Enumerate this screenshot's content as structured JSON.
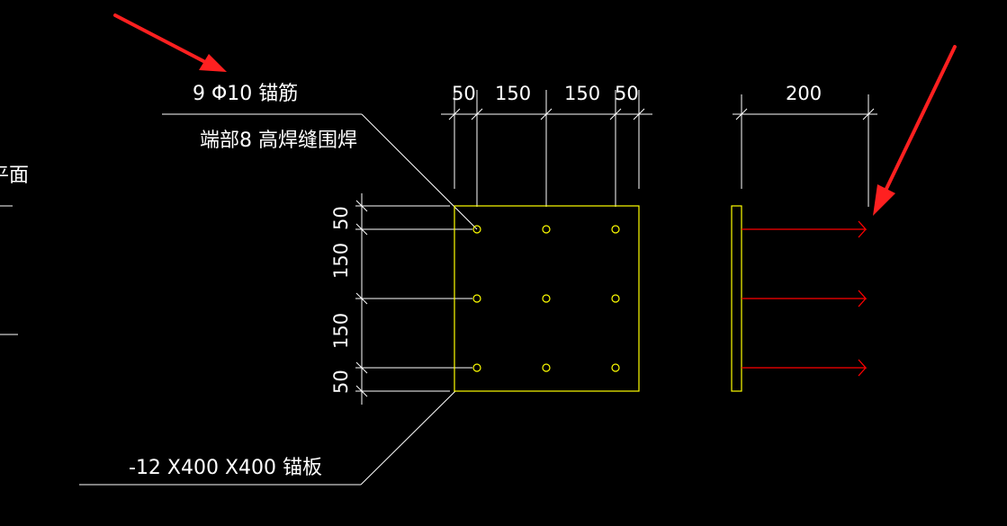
{
  "colors": {
    "background": "#000000",
    "line": "#ffffff",
    "plate": "#ffff00",
    "bar": "#ff0000",
    "arrow": "#ff2020"
  },
  "left_edge": {
    "label": "平面"
  },
  "labels": {
    "anchor_bar": "9 Φ10 锚筋",
    "weld": "端部8 高焊缝围焊",
    "anchor_plate": "-12 X400 X400 锚板"
  },
  "dimensions": {
    "top": [
      "50",
      "150",
      "150",
      "50"
    ],
    "left": [
      "50",
      "150",
      "150",
      "50"
    ],
    "side": "200"
  },
  "plan_view": {
    "hole_rows": 3,
    "hole_cols": 3
  },
  "side_view": {
    "bar_count": 3
  },
  "callout_arrows": [
    "arrow-to-anchor-bar-label",
    "arrow-to-bar-end"
  ]
}
